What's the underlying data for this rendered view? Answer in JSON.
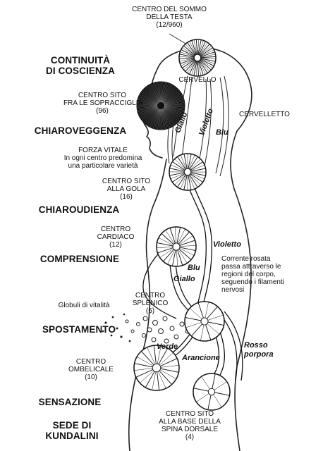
{
  "faculties": {
    "continuity": [
      "CONTINUITÀ",
      "DI COSCIENZA"
    ],
    "clairvoyance": "CHIAROVEGGENZA",
    "clairaudience": "CHIAROUDIENZA",
    "comprehension": "COMPRENSIONE",
    "displacement": "SPOSTAMENTO",
    "sensation": "SENSAZIONE",
    "kundalini": [
      "SEDE DI",
      "KUNDALINI"
    ]
  },
  "centers": {
    "crown": [
      "CENTRO DEL SOMMO",
      "DELLA TESTA",
      "(12/960)"
    ],
    "brow": [
      "CENTRO SITO",
      "FRA LE SOPRACCIGLIA",
      "(96)"
    ],
    "throat": [
      "CENTRO SITO",
      "ALLA GOLA",
      "(16)"
    ],
    "heart": [
      "CENTRO",
      "CARDIACO",
      "(12)"
    ],
    "spleen": [
      "CENTRO",
      "SPLENICO",
      "(6)"
    ],
    "navel": [
      "CENTRO",
      "OMBELICALE",
      "(10)"
    ],
    "base": [
      "CENTRO SITO",
      "ALLA BASE DELLA",
      "SPINA DORSALE",
      "(4)"
    ]
  },
  "anatomy": {
    "brain": "CERVELLO",
    "cerebellum": "CERVELLETTO"
  },
  "notes": {
    "vital_force": [
      "FORZA VITALE",
      "In ogni centro predomina",
      "una particolare varietà"
    ],
    "vitality_globules": "Globuli di vitalità",
    "rose_current": [
      "Corrente rosata",
      "passa attraverso le",
      "regioni del corpo,",
      "seguendo i filamenti",
      "nervosi"
    ]
  },
  "flows": {
    "yellow_upper": "Giallo",
    "violet_upper": "Violetto",
    "blue_upper": "Blu",
    "violet_lower": "Violetto",
    "blue_lower": "Blu",
    "yellow_lower": "Giallo",
    "green": "Verde",
    "orange": "Arancione",
    "purple": [
      "Rosso",
      "porpora"
    ]
  },
  "colors": {
    "ink": "#111111",
    "background": "#ffffff"
  }
}
